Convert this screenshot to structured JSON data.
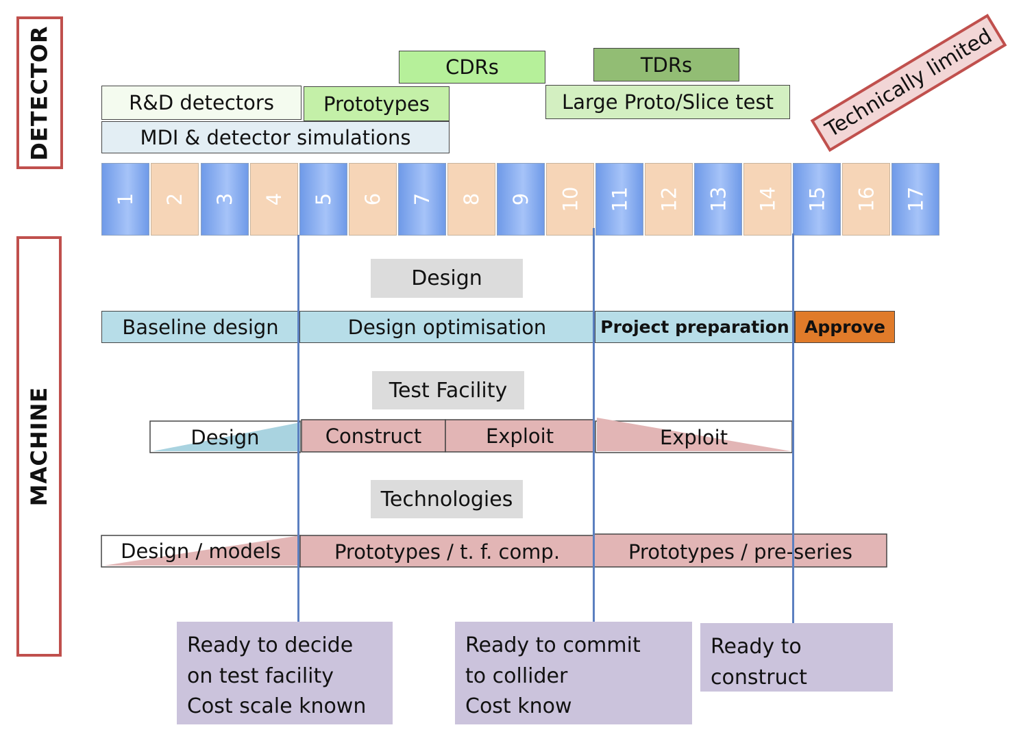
{
  "detector": {
    "side_label": "DETECTOR",
    "rd_detectors": "R&D detectors",
    "prototypes": "Prototypes",
    "mdi_simulations": "MDI & detector simulations",
    "cdrs": "CDRs",
    "tdrs": "TDRs",
    "large_proto": "Large Proto/Slice test",
    "technically_limited": "Technically limited"
  },
  "timeline": [
    "1",
    "2",
    "3",
    "4",
    "5",
    "6",
    "7",
    "8",
    "9",
    "10",
    "11",
    "12",
    "13",
    "14",
    "15",
    "16",
    "17"
  ],
  "machine": {
    "side_label": "MACHINE",
    "design_header": "Design",
    "design_row": [
      "Baseline design",
      "Design optimisation",
      "Project preparation",
      "Approve"
    ],
    "test_facility_header": "Test Facility",
    "test_facility_row": [
      "Design",
      "Construct",
      "Exploit",
      "Exploit"
    ],
    "technologies_header": "Technologies",
    "technologies_row": [
      "Design / models",
      "Prototypes / t. f. comp.",
      "Prototypes / pre-series"
    ]
  },
  "milestones": [
    [
      "Ready to decide",
      "on test facility",
      "Cost scale known"
    ],
    [
      "Ready to commit",
      "to collider",
      "Cost know"
    ],
    [
      "Ready to",
      "construct"
    ]
  ],
  "colors": {
    "side_border": "#c0504d",
    "cell_blue": "#8fb3f2",
    "cell_tan": "#f6d5b7",
    "design_bar": "#b7dde8",
    "approve": "#e07b2a",
    "pink": "#e2b5b5",
    "milestone": "#cbc3dc",
    "cdr": "#b6f09a",
    "tdr": "#92bd74",
    "vertical_line": "#5b7fc0"
  }
}
